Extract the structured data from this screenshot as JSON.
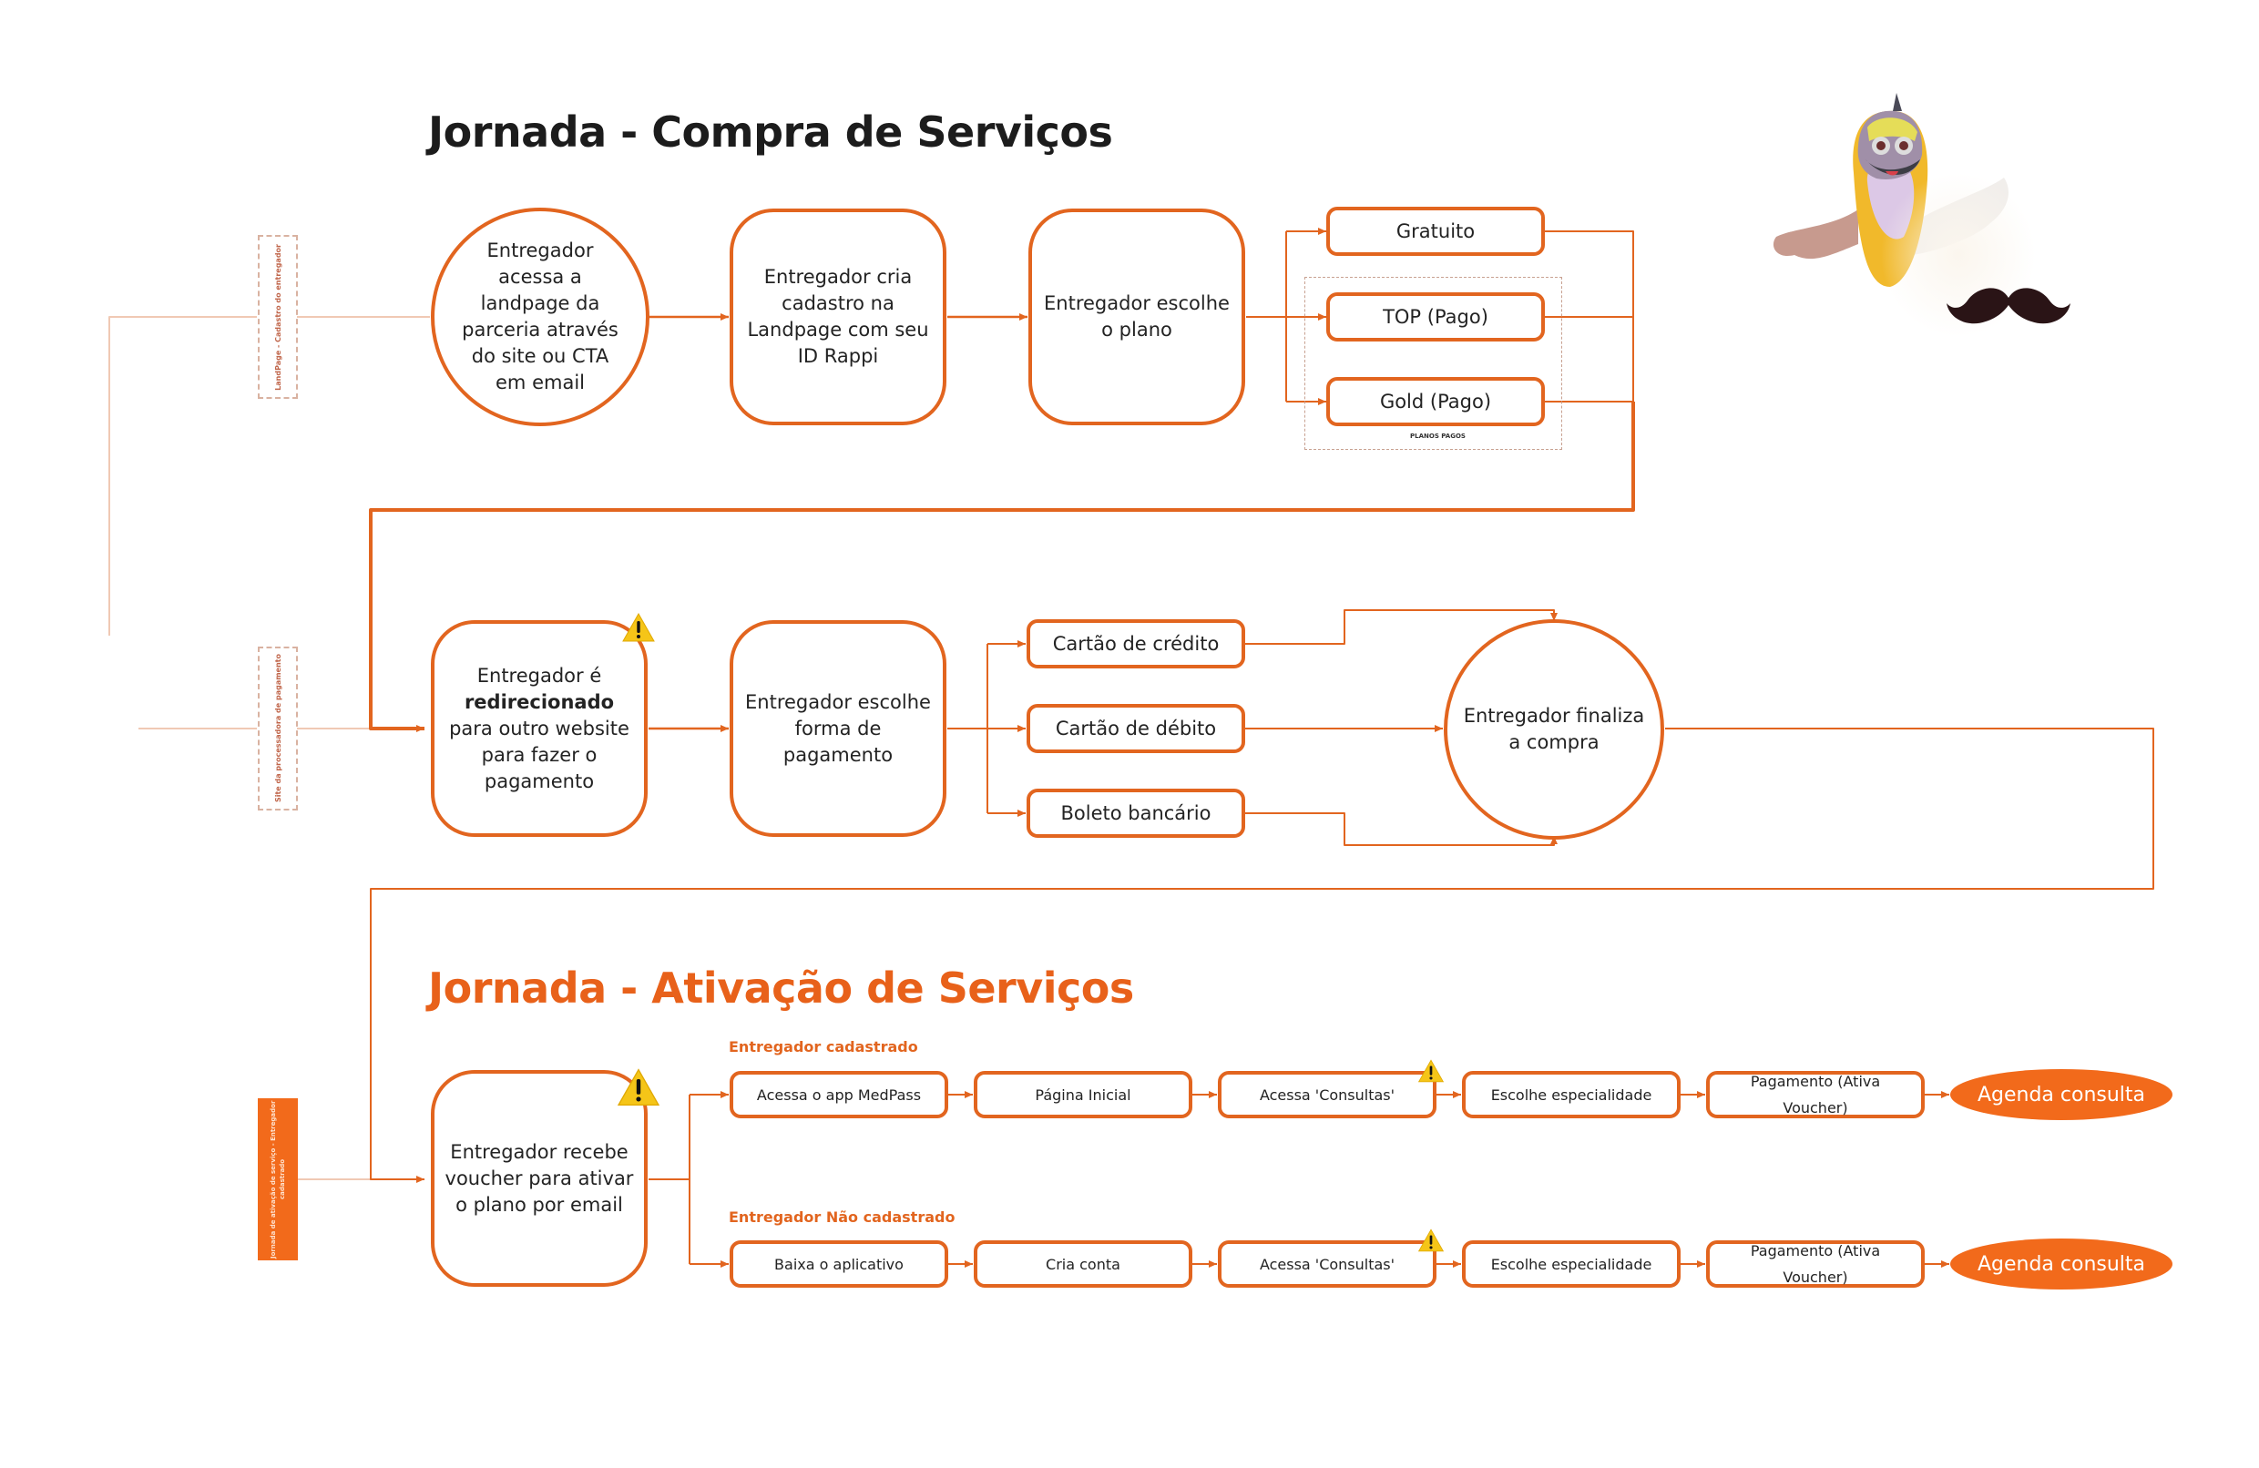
{
  "titles": {
    "purchase": "Jornada - Compra de Serviços",
    "activation": "Jornada - Ativação de Serviços"
  },
  "lanes": {
    "landpage": "LandPage - Cadastro do entregador",
    "payment_site": "Site da processadora de pagamento",
    "activation": "Jornada de ativação de serviço - Entregador cadastrado"
  },
  "purchase": {
    "step1": "Entregador acessa a landpage da parceria através do site ou CTA em email",
    "step2": "Entregador cria cadastro na Landpage com seu ID Rappi",
    "step3": "Entregador escolhe o plano",
    "plans": [
      "Gratuito",
      "TOP (Pago)",
      "Gold (Pago)"
    ],
    "paid_group_label": "PLANOS PAGOS",
    "step4_prefix": "Entregador é",
    "step4_bold": "redirecionado",
    "step4_suffix": "para outro website para fazer o pagamento",
    "step5": "Entregador escolhe forma de pagamento",
    "payment_methods": [
      "Cartão de crédito",
      "Cartão de débito",
      "Boleto bancário"
    ],
    "step6": "Entregador finaliza a compra"
  },
  "activation": {
    "entry": "Entregador recebe voucher para ativar o plano por email",
    "registered": {
      "label": "Entregador cadastrado",
      "steps": [
        "Acessa o app MedPass",
        "Página Inicial",
        "Acessa 'Consultas'",
        "Escolhe especialidade",
        "Pagamento (Ativa Voucher)"
      ],
      "end": "Agenda consulta"
    },
    "unregistered": {
      "label": "Entregador Não cadastrado",
      "steps": [
        "Baixa o aplicativo",
        "Cria conta",
        "Acessa 'Consultas'",
        "Escolhe especialidade",
        "Pagamento (Ativa Voucher)"
      ],
      "end": "Agenda consulta"
    }
  },
  "icons": {
    "warning": "warning-triangle-icon",
    "mascot": "bird-mascot-illustration",
    "mustache": "mustache-icon"
  },
  "colors": {
    "accent": "#e2651f",
    "accent_fill": "#f26a1b",
    "warning": "#f5c518",
    "lane_border": "#d9b2a1"
  }
}
